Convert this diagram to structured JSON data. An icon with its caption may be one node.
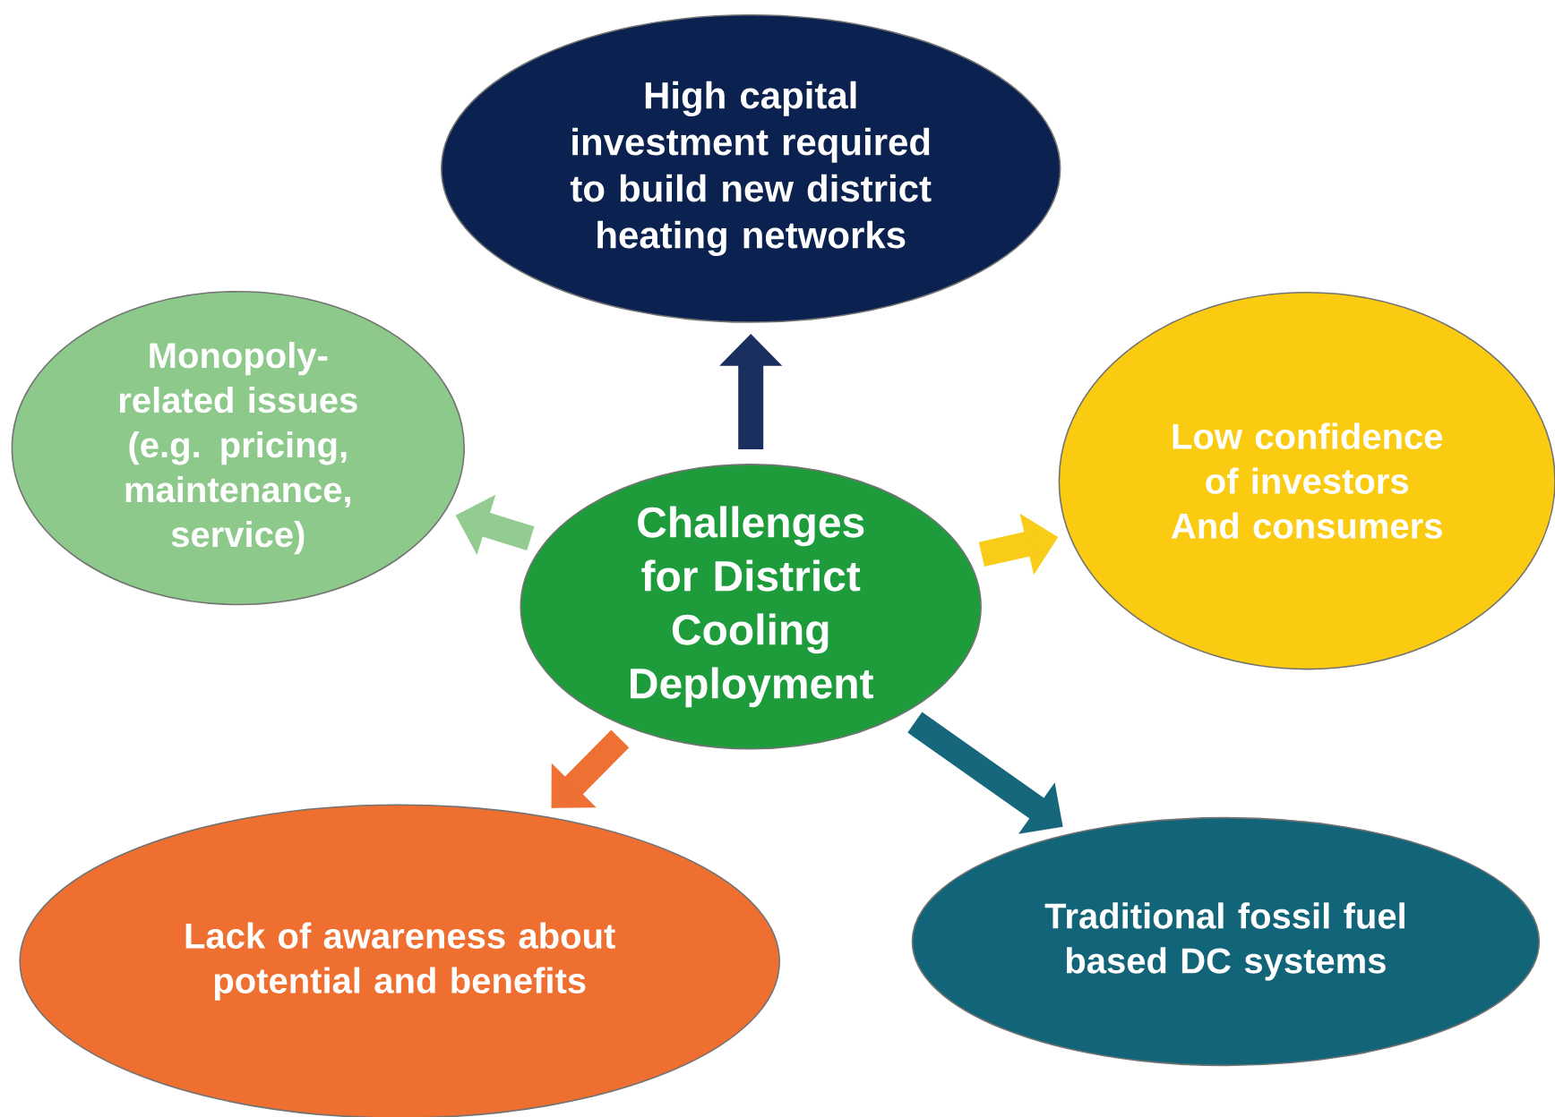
{
  "diagram": {
    "nodes": [
      {
        "text": [
          "High capital investment required to build new district heating networks"
        ]
      },
      {
        "text": [
          "Monopoly-related issues (e.g. pricing, maintenance, service)"
        ]
      },
      {
        "text": [
          "Low confidence of investors And consumers"
        ]
      },
      {
        "text": [
          "Challenges for District Cooling Deployment"
        ]
      },
      {
        "text": [
          "Lack of awareness about potential and benefits"
        ]
      },
      {
        "text": [
          "Traditional fossil fuel based DC systems"
        ]
      }
    ],
    "edges": [
      {
        "from": 3,
        "to": 0,
        "arrow": "to",
        "color": "#1b2f5e"
      },
      {
        "from": 3,
        "to": 1,
        "arrow": "to",
        "color": "#93cc90"
      },
      {
        "from": 3,
        "to": 2,
        "arrow": "to",
        "color": "#f9cc1a"
      },
      {
        "from": 3,
        "to": 4,
        "arrow": "to",
        "color": "#ee7033"
      },
      {
        "from": 3,
        "to": 5,
        "arrow": "to",
        "color": "#17677c"
      }
    ]
  }
}
